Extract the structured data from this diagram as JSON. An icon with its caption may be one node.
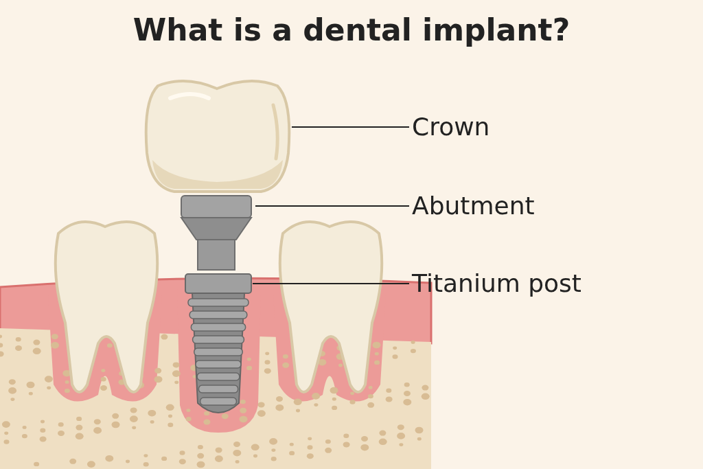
{
  "diagram": {
    "title": "What is a dental implant?",
    "nodes": [
      {
        "text": [
          "Crown"
        ]
      },
      {
        "text": [],
        "shape": "picture"
      },
      {
        "text": [
          "Abutment"
        ]
      },
      {
        "text": [],
        "shape": "picture"
      },
      {
        "text": [
          "Titanium post"
        ]
      },
      {
        "text": [],
        "shape": "picture"
      }
    ],
    "edges": [
      {
        "from": 0,
        "to": 1,
        "arrow": "none"
      },
      {
        "from": 2,
        "to": 3,
        "arrow": "none"
      },
      {
        "from": 4,
        "to": 5,
        "arrow": "none"
      }
    ]
  }
}
